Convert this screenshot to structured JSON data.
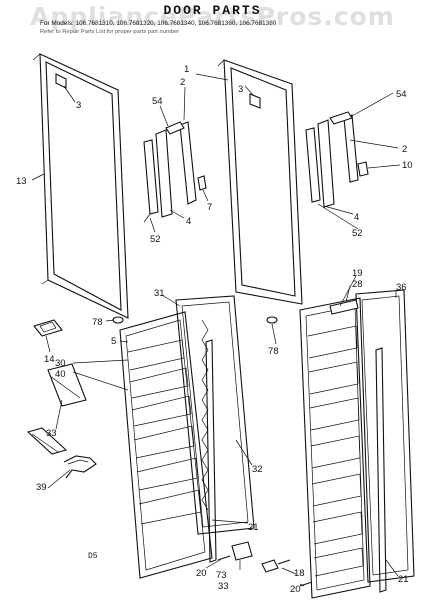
{
  "header": {
    "title": "DOOR PARTS",
    "models": "For Models: 106.7681310, 106.7681320, 106.7681340, 106.7681360, 106.7681380",
    "note": "Refer to Repair Parts List for proper parts part number",
    "watermark": "AppliancePartsPros.com"
  },
  "callouts": {
    "c3_left": "3",
    "c13": "13",
    "c54_left": "54",
    "c2_left": "2",
    "c7": "7",
    "c4_left": "4",
    "c52_left": "52",
    "c1": "1",
    "c3_right": "3",
    "c54_right": "54",
    "c2_right": "2",
    "c10": "10",
    "c4_right": "4",
    "c52_right": "52",
    "c31": "31",
    "c78_left": "78",
    "c5": "5",
    "c78_right": "78",
    "c14": "14",
    "c30": "30",
    "c40": "40",
    "c33_left": "33",
    "c39": "39",
    "c32": "32",
    "c21_left": "21",
    "c20_left": "20",
    "c73": "73",
    "c33_bottom": "33",
    "c19": "19",
    "c28": "28",
    "c36": "36",
    "c18": "18",
    "c21_right": "21",
    "c20_right": "20"
  },
  "code": "D5"
}
